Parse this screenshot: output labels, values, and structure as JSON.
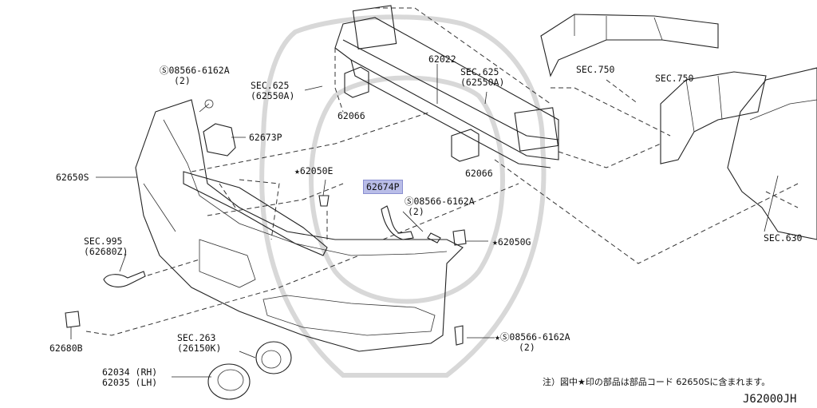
{
  "diagram": {
    "code": "J62000JH",
    "note": "注）図中★印の部品は部品コード 62650Sに含まれます。",
    "labels": {
      "p62022": "62022",
      "p62066a": "62066",
      "p62066b": "62066",
      "p62673p": "62673P",
      "p62650s": "62650S",
      "p62050e": "★62050E",
      "p62674p": "62674P",
      "p62050g": "★62050G",
      "p62680b": "62680B",
      "sec625a": "SEC.625",
      "sec625a_sub": "(62550A)",
      "sec625b": "SEC.625",
      "sec625b_sub": "(62550A)",
      "sec750a": "SEC.750",
      "sec750b": "SEC.750",
      "sec630": "SEC.630",
      "sec995": "SEC.995",
      "sec995_sub": "(62680Z)",
      "sec263": "SEC.263",
      "sec263_sub": "(26150K)",
      "p62034": "62034 (RH)",
      "p62035": "62035 (LH)",
      "bolt1": "Ⓢ08566-6162A",
      "bolt1_sub": "(2)",
      "bolt2": "Ⓢ08566-6162A",
      "bolt2_sub": "(2)",
      "bolt3": "★Ⓢ08566-6162A",
      "bolt3_sub": "(2)"
    }
  }
}
